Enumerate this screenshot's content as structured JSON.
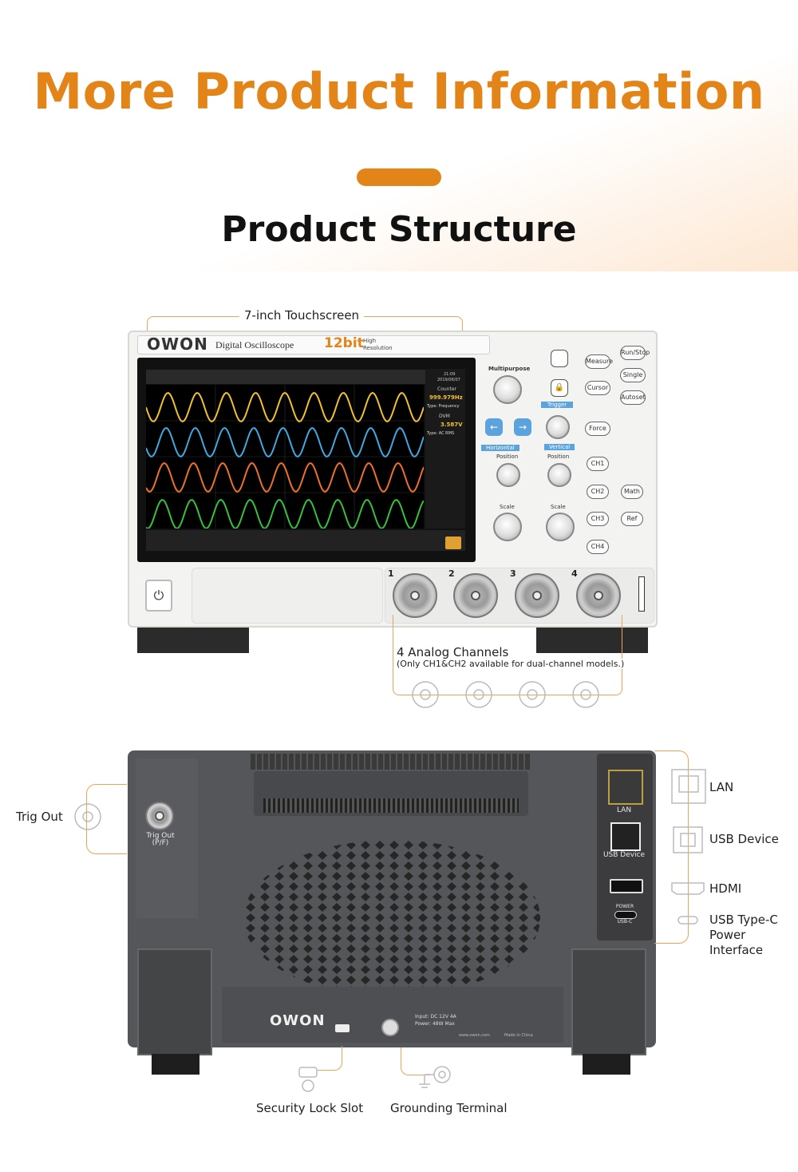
{
  "header": {
    "title": "More Product Information",
    "subtitle": "Product Structure"
  },
  "callouts": {
    "touchscreen": "7-inch Touchscreen",
    "analog_channels": "4 Analog Channels",
    "analog_note": "(Only CH1&CH2 available for dual-channel models.)",
    "trig_out": "Trig Out",
    "lan": "LAN",
    "usb_device": "USB Device",
    "hdmi": "HDMI",
    "usb_typec_1": "USB Type-C",
    "usb_typec_2": "Power",
    "usb_typec_3": "Interface",
    "security_lock": "Security Lock Slot",
    "grounding": "Grounding Terminal"
  },
  "front_panel": {
    "brand": "OWON",
    "model": "Digital Oscilloscope",
    "resolution": "12bit",
    "resolution_sub1": "High",
    "resolution_sub2": "Resolution",
    "counter_label": "Counter",
    "counter_value": "999.979Hz",
    "counter_type": "Type: Frequency",
    "dvm_label": "DVM",
    "dvm_value": "3.587V",
    "dvm_type": "Type: AC RMS",
    "date": "2019/06/07",
    "time": "21:09",
    "channels": [
      "1",
      "2",
      "3",
      "4"
    ],
    "controls": {
      "multipurpose": "Multipurpose",
      "measure": "Measure",
      "cursor": "Cursor",
      "run_stop": "Run/Stop",
      "single": "Single",
      "autoset": "Autoset",
      "trigger": "Trigger",
      "force": "Force",
      "horizontal": "Horizontal",
      "vertical": "Vertical",
      "position": "Position",
      "scale": "Scale",
      "ch1": "CH1",
      "ch2": "CH2",
      "ch3": "CH3",
      "ch4": "CH4",
      "math": "Math",
      "ref": "Ref"
    },
    "wave_colors": [
      "#f2c12e",
      "#3fa9e0",
      "#f0702a",
      "#36c23b"
    ]
  },
  "back_panel": {
    "brand": "OWON",
    "trig_out_label": "Trig Out",
    "trig_out_sub": "(P/F)",
    "lan_label": "LAN",
    "usb_device_label": "USB Device",
    "power_label": "POWER",
    "usbc_label": "USB-C",
    "input_spec": "Input: DC 12V 4A",
    "power_spec": "Power: 48W Max",
    "website": "www.owon.com",
    "made_in": "Made in China"
  },
  "colors": {
    "accent": "#e38418"
  }
}
